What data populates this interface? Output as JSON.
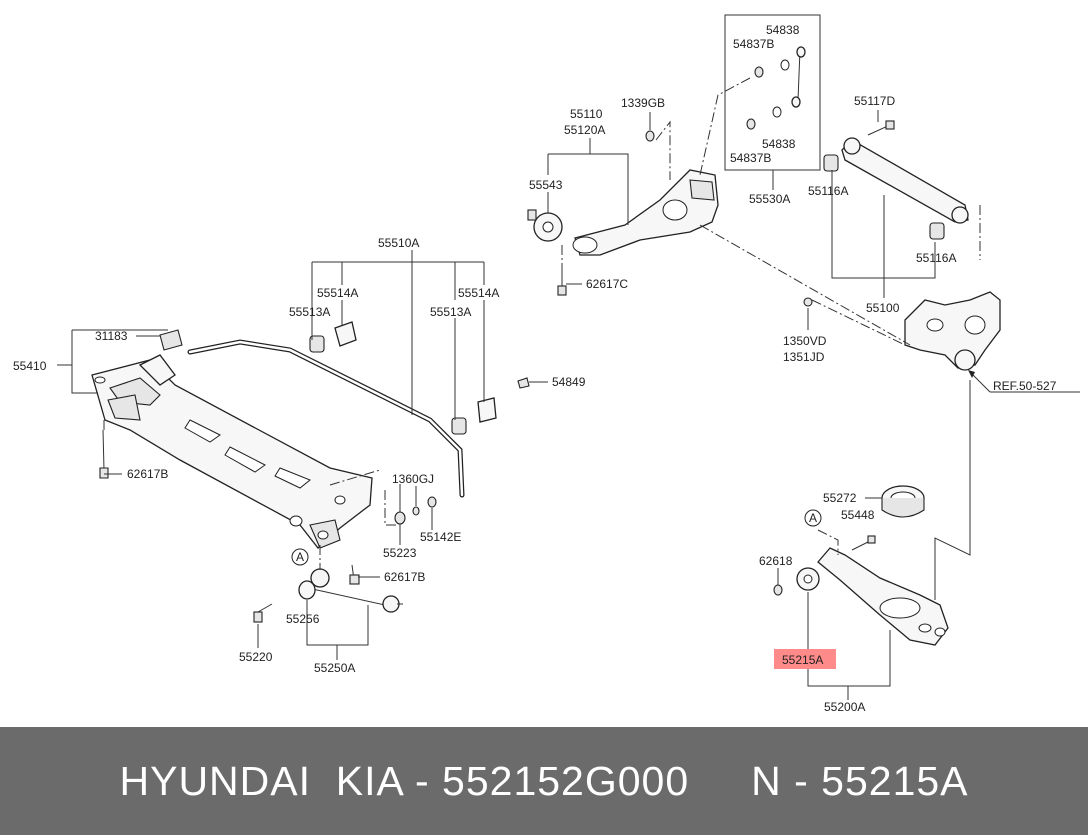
{
  "diagram": {
    "labels": {
      "l31183": "31183",
      "l55410": "55410",
      "l62617B_a": "62617B",
      "l55510A": "55510A",
      "l55514A_a": "55514A",
      "l55513A_a": "55513A",
      "l55514A_b": "55514A",
      "l55513A_b": "55513A",
      "l54849": "54849",
      "l1360GJ": "1360GJ",
      "l55142E": "55142E",
      "l55223": "55223",
      "l62617B_b": "62617B",
      "l55256": "55256",
      "l55220": "55220",
      "l55250A": "55250A",
      "l55110": "55110",
      "l55120A": "55120A",
      "l1339GB": "1339GB",
      "l55543": "55543",
      "l62617C": "62617C",
      "l54838_a": "54838",
      "l54837B_a": "54837B",
      "l54838_b": "54838",
      "l54837B_b": "54837B",
      "l55530A": "55530A",
      "l55117D": "55117D",
      "l55116A_a": "55116A",
      "l55116A_b": "55116A",
      "l55100": "55100",
      "l1350VD": "1350VD",
      "l1351JD": "1351JD",
      "lREF": "REF.50-527",
      "l55272": "55272",
      "l55448": "55448",
      "l62618": "62618",
      "l55215A": "55215A",
      "l55200A": "55200A",
      "markerA1": "A",
      "markerA2": "A"
    },
    "highlight_color": "#ff8a8a"
  },
  "footer": {
    "text": "HYUNDAI  KIA - 552152G000     N - 55215A",
    "background": "#6b6b6b",
    "text_color": "#ffffff"
  }
}
